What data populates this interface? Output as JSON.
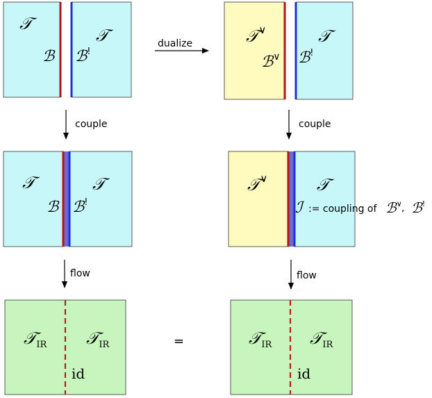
{
  "colors": {
    "cyan": "#c8f7fa",
    "yellow": "#fffbbf",
    "green": "#c8f5bd",
    "red": "#b3151b",
    "blue": "#1f2fd2",
    "coupled_fill": "#6a6ad0",
    "dashed_red": "#b31e1e"
  },
  "labels": {
    "T": "𝒯",
    "B": "ℬ",
    "I": "ℐ",
    "shriek": "!",
    "dual": "∨",
    "ir_sub": "IR",
    "id": "id",
    "equals": "=",
    "coupling_of": ":= coupling of",
    "comma": ","
  },
  "arrows": {
    "dualize": "dualize",
    "couple": "couple",
    "flow": "flow"
  }
}
